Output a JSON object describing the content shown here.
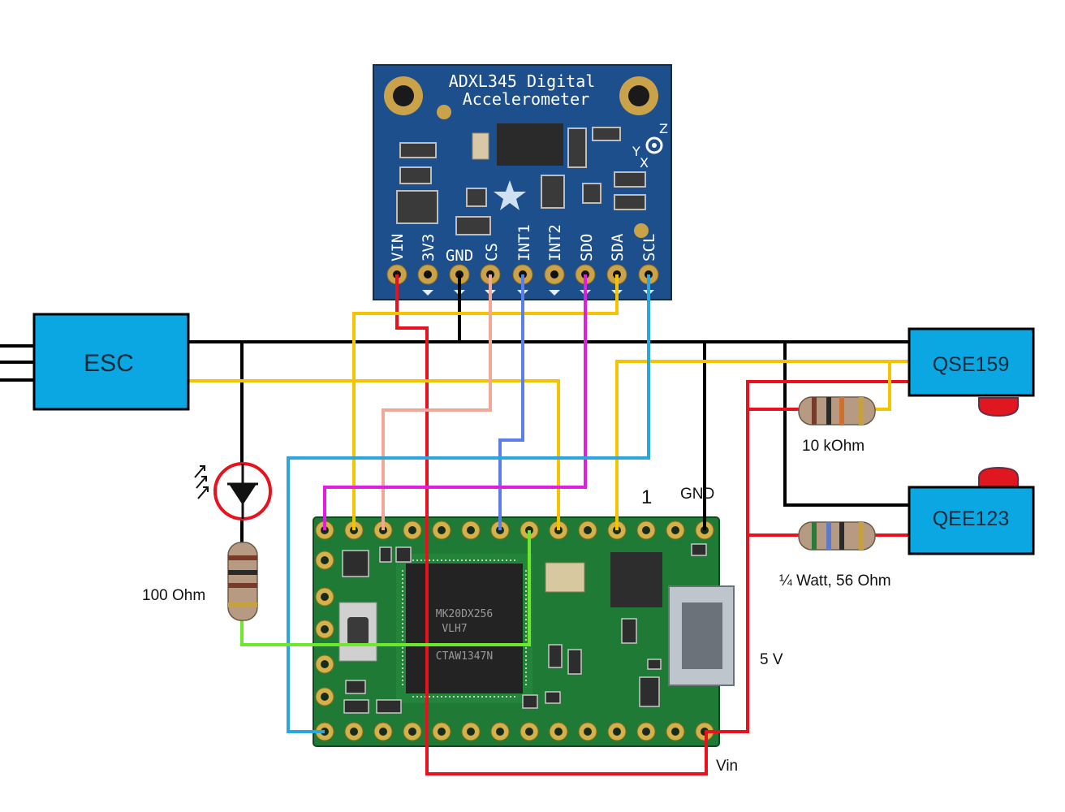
{
  "accelerometer": {
    "title_line1": "ADXL345 Digital",
    "title_line2": "Accelerometer",
    "pins": [
      "VIN",
      "3V3",
      "GND",
      "CS",
      "INT1",
      "INT2",
      "SDO",
      "SDA",
      "SCL"
    ],
    "axis_z": "Z",
    "axis_y": "Y",
    "axis_x": "X"
  },
  "esc": {
    "label": "ESC"
  },
  "qse": {
    "label": "QSE159"
  },
  "qee": {
    "label": "QEE123"
  },
  "resistor_10k": {
    "label": "10  kOhm"
  },
  "resistor_56": {
    "label": "¼ Watt, 56 Ohm"
  },
  "resistor_100": {
    "label": "100 Ohm"
  },
  "teensy": {
    "pin1_label": "1",
    "gnd_label": "GND",
    "fivev_label": "5 V",
    "vin_label": "Vin",
    "mcu_line1": "MK20DX256",
    "mcu_line2": "VLH7",
    "mcu_line3": "CTAW1347N"
  },
  "colors": {
    "board_blue": "#1d4f8c",
    "box_blue": "#0aa7e2",
    "pcb_green": "#1f7a35",
    "wire_red": "#e8111d",
    "wire_black": "#000000",
    "wire_yellow": "#f5c400",
    "wire_pink": "#f0a898",
    "wire_blue": "#5b7ee8",
    "wire_magenta": "#e11de0",
    "wire_cyan": "#2aa7df",
    "wire_green": "#6ee82a"
  }
}
